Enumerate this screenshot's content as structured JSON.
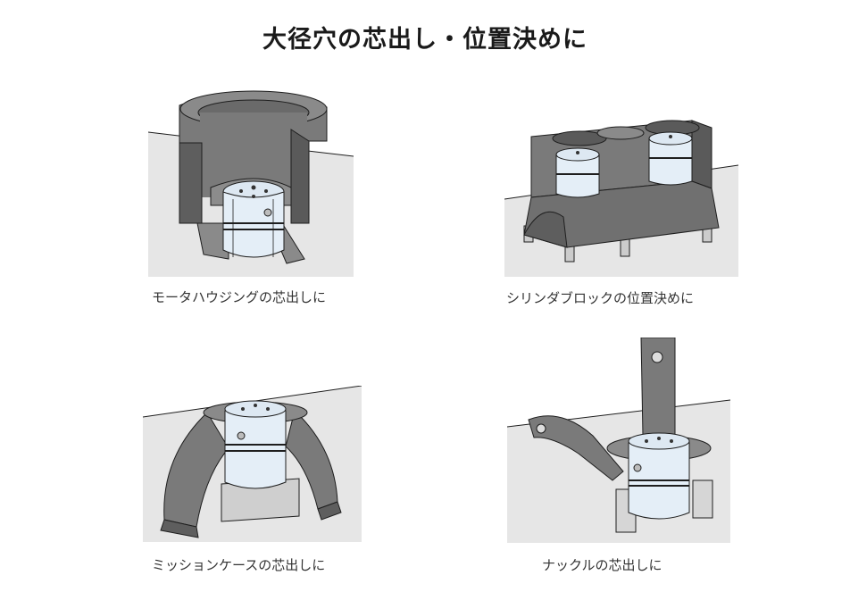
{
  "page": {
    "title": "大径穴の芯出し・位置決めに"
  },
  "figures": [
    {
      "caption": "モータハウジングの芯出しに"
    },
    {
      "caption": "シリンダブロックの位置決めに"
    },
    {
      "caption": "ミッションケースの芯出しに"
    },
    {
      "caption": "ナックルの芯出しに"
    }
  ],
  "colors": {
    "casting": "#7a7a7a",
    "casting_dark": "#555555",
    "casting_light": "#9a9a9a",
    "clamp_body": "#e4eef7",
    "table": "#e6e6e6",
    "outline": "#1e1e1e"
  }
}
